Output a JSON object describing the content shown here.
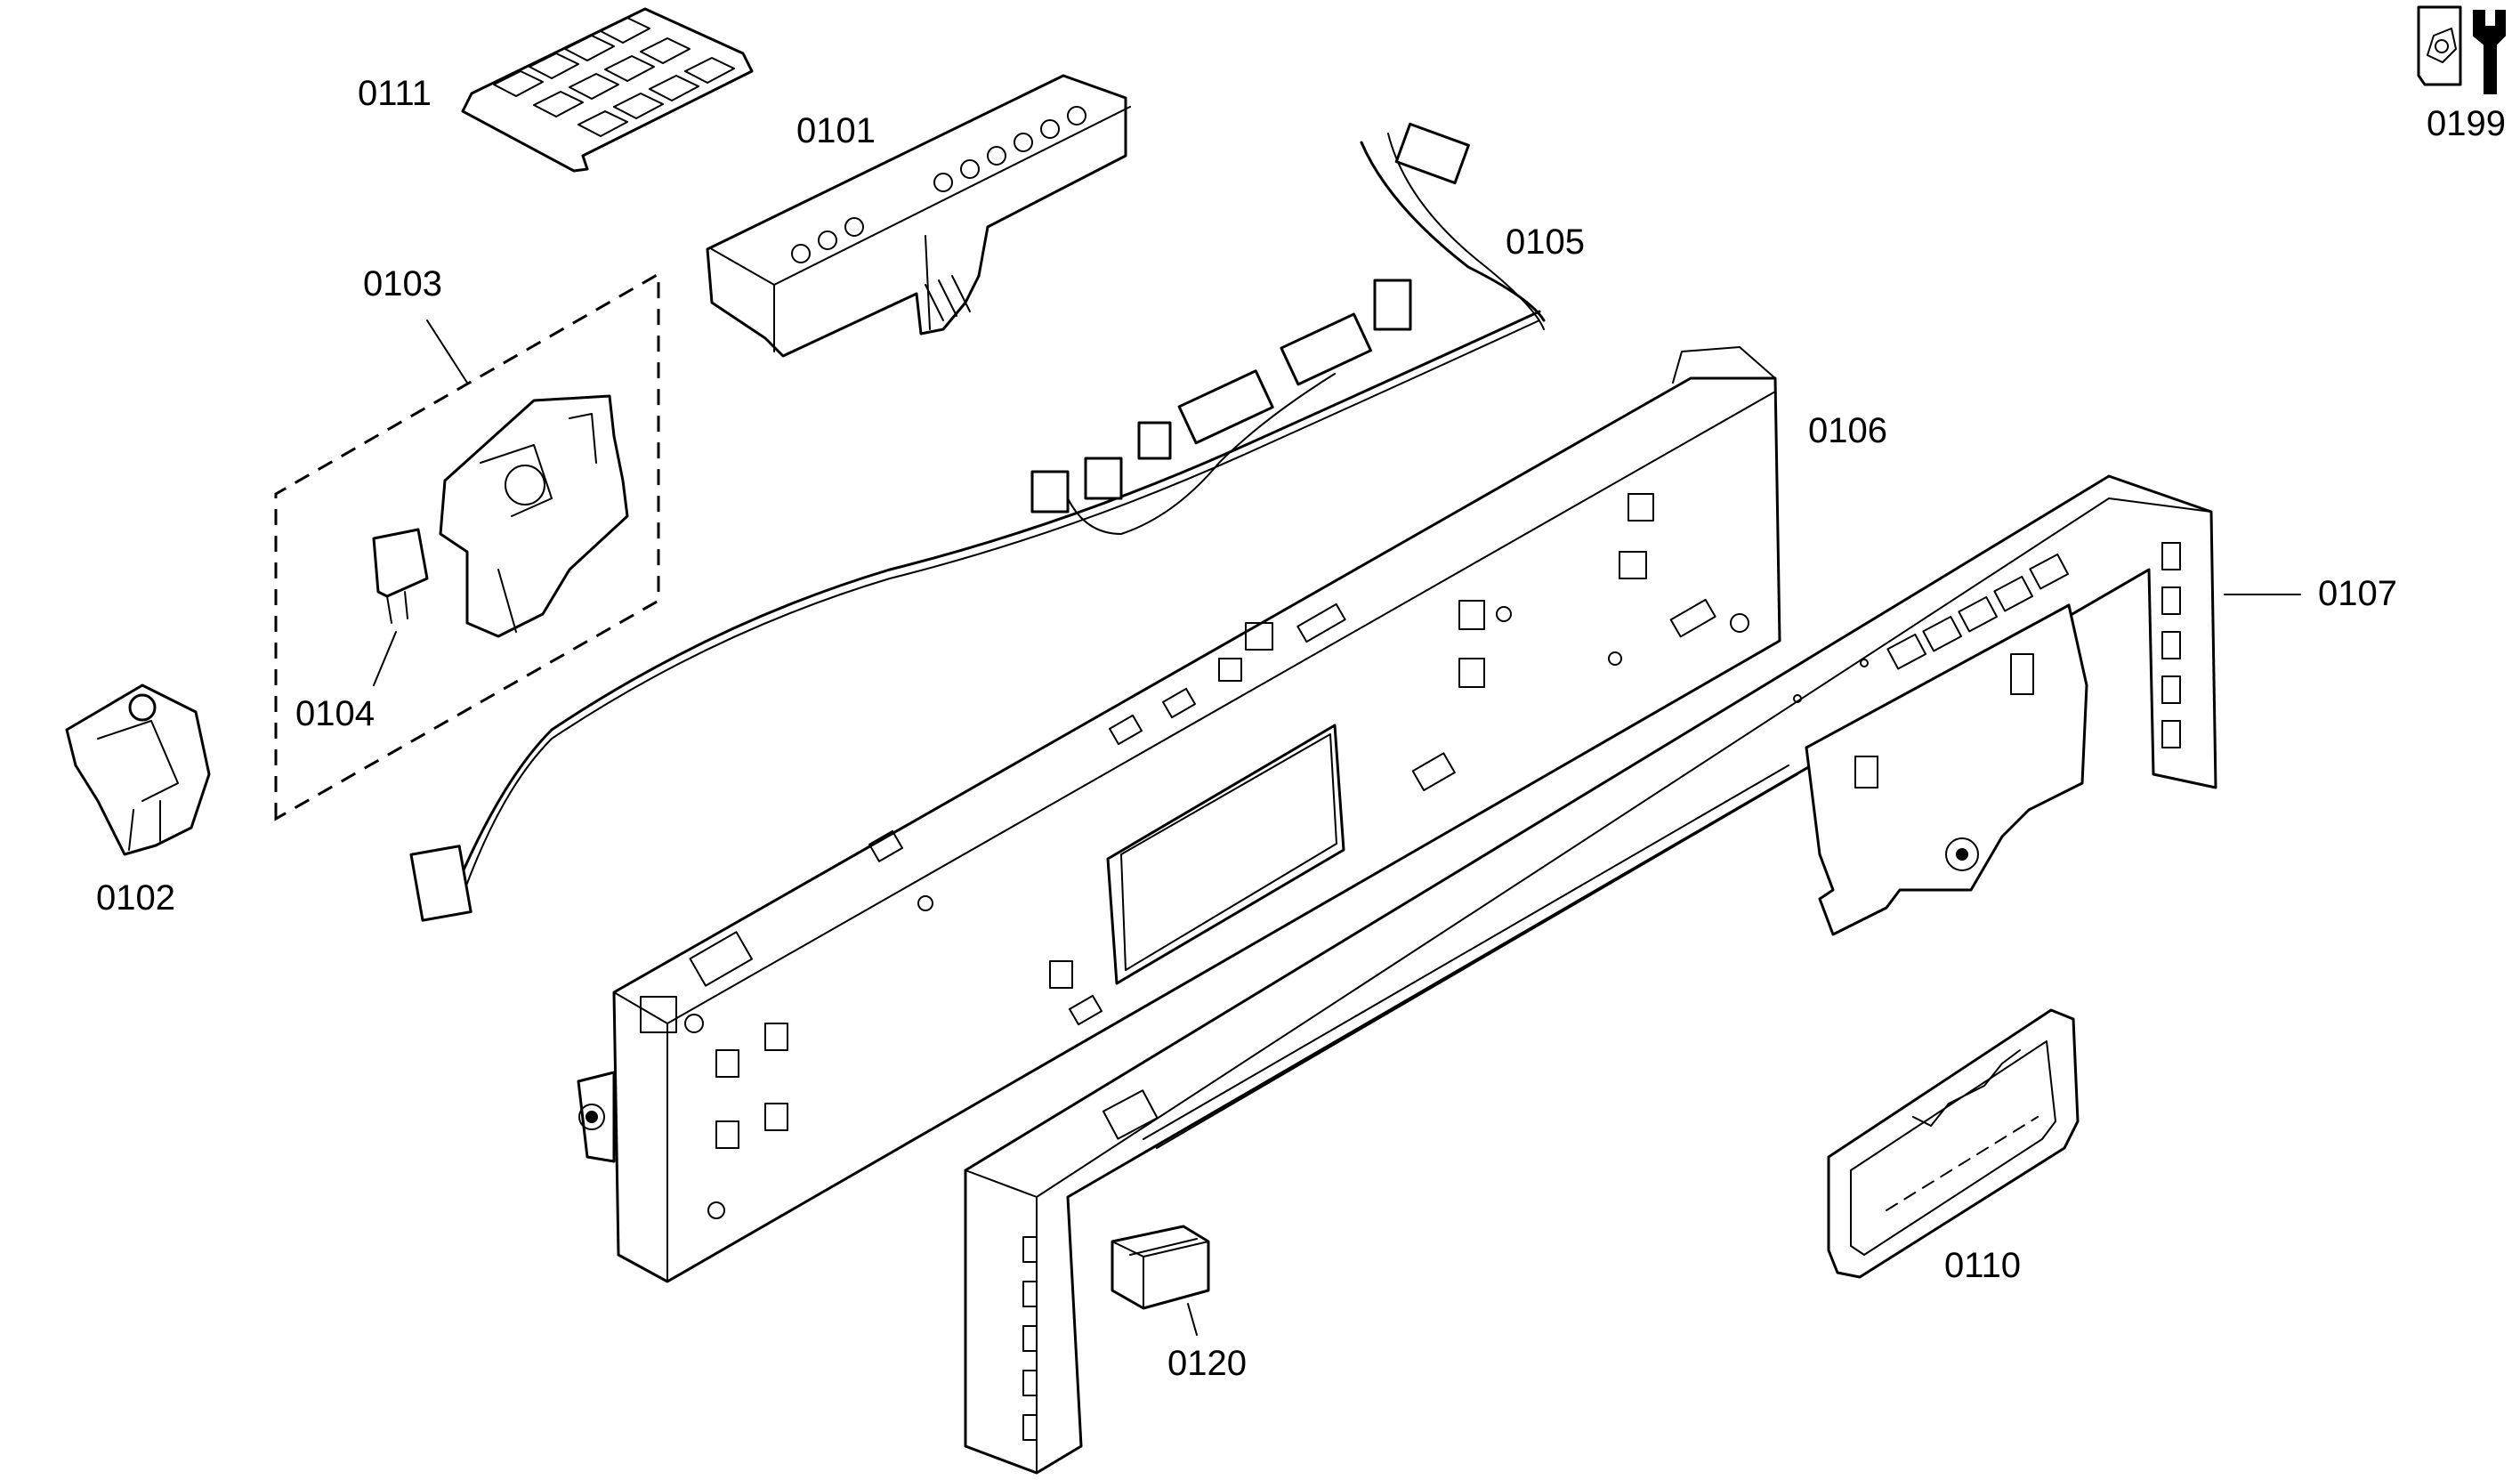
{
  "diagram": {
    "labels": {
      "p0111": "0111",
      "p0101": "0101",
      "p0103": "0103",
      "p0104": "0104",
      "p0102": "0102",
      "p0105": "0105",
      "p0106": "0106",
      "p0107": "0107",
      "p0110": "0110",
      "p0120": "0120",
      "p0199": "0199"
    },
    "icons": {
      "service_icon": "wrench-screw-icon"
    },
    "colors": {
      "line": "#000000",
      "background": "#ffffff"
    }
  }
}
